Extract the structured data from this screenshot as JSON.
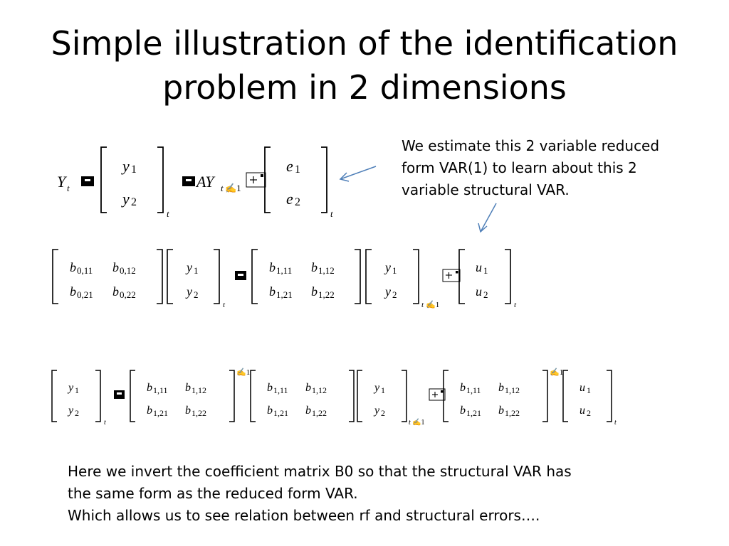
{
  "slide": {
    "title_line1": "Simple illustration of the identification",
    "title_line2": "problem in 2 dimensions",
    "annotation_line1": "We estimate this 2 variable reduced",
    "annotation_line2": "form VAR(1) to learn about this 2",
    "annotation_line3": "variable structural VAR.",
    "note_line1": "Here we invert the coefficient matrix B0 so that the structural VAR has",
    "note_line2": "the same form as the reduced form VAR.",
    "note_line3": "Which allows us to see relation between rf and structural errors…."
  },
  "eq1": {
    "Y": "Y",
    "t": "t",
    "y": "y",
    "one": "1",
    "two": "2",
    "AY": "AY",
    "tm1": "t",
    "e": "e"
  },
  "eq2": {
    "b": "b",
    "s011": "0,11",
    "s012": "0,12",
    "s021": "0,21",
    "s022": "0,22",
    "s111": "1,11",
    "s112": "1,12",
    "s121": "1,21",
    "s122": "1,22",
    "y": "y",
    "u": "u",
    "one": "1",
    "two": "2",
    "t": "t"
  },
  "eq3": {
    "b": "b",
    "s111": "1,11",
    "s112": "1,12",
    "s121": "1,21",
    "s122": "1,22",
    "y": "y",
    "u": "u",
    "one": "1",
    "two": "2",
    "t": "t"
  }
}
